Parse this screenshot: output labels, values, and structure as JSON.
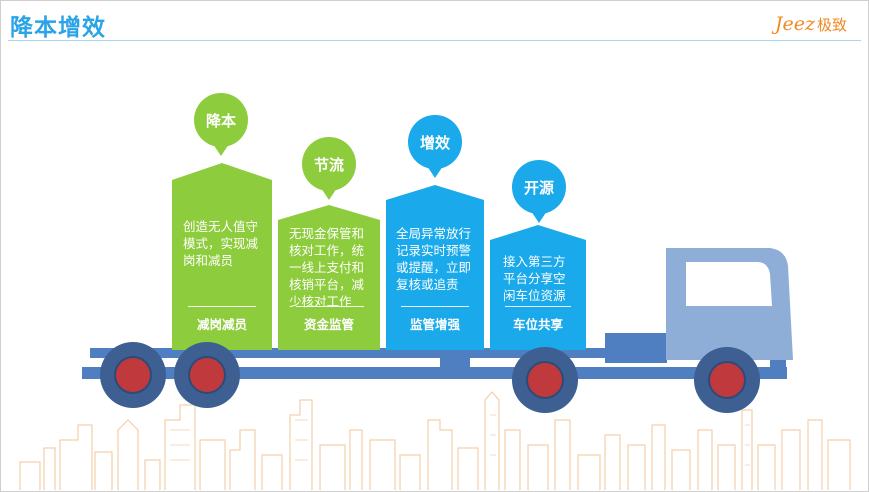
{
  "header": {
    "title": "降本增效",
    "logo_latin": "Jeez",
    "logo_cn": "极致"
  },
  "cards": [
    {
      "bubble": "降本",
      "text": "创造无人值守模式，实现减岗和减员",
      "lines": [
        "创造无人值守",
        "模式，实现减",
        "岗和减员"
      ],
      "label": "减岗减员",
      "color": "#8dcc3c"
    },
    {
      "bubble": "节流",
      "text": "无现金保管和核对工作，统一线上支付和核销平台，减少核对工作",
      "lines": [
        "无现金保管和",
        "核对工作，统",
        "一线上支付和",
        "核销平台，减",
        "少核对工作"
      ],
      "label": "资金监管",
      "color": "#8dcc3c"
    },
    {
      "bubble": "增效",
      "text": "全局异常放行记录实时预警或提醒，立即复核或追责",
      "lines": [
        "全局异常放行",
        "记录实时预警",
        "或提醒，立即",
        "复核或追责"
      ],
      "label": "监管增强",
      "color": "#1aa9ea"
    },
    {
      "bubble": "开源",
      "text": "接入第三方平台分享空闲车位资源",
      "lines": [
        "接入第三方",
        "平台分享空",
        "闲车位资源"
      ],
      "label": "车位共享",
      "color": "#1aa9ea"
    }
  ],
  "colors": {
    "title": "#2aa4e6",
    "green": "#8dcc3c",
    "blue": "#1aa9ea",
    "truck_body": "#4f7fc1",
    "truck_cab": "#8eaed8",
    "wheel_outer": "#3e5f92",
    "wheel_hub": "#c0393d",
    "skyline": "#f5c9a0"
  }
}
